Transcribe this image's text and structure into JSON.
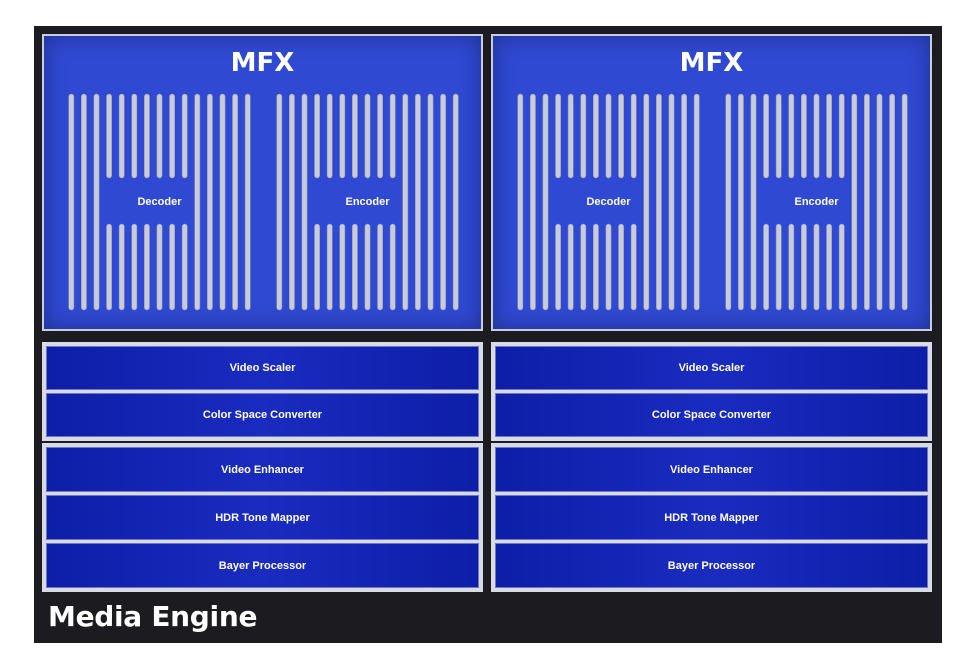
{
  "footer": {
    "title": "Media Engine"
  },
  "colors": {
    "frame": "#1c1c20",
    "mfx_blue": "#2f49d2",
    "pipeline_blue": "#1424b4",
    "bar": "#c8cbd8"
  },
  "left": {
    "mfx": {
      "title": "MFX",
      "decoder": "Decoder",
      "encoder": "Encoder"
    },
    "pipeline_top": [
      "Video Scaler",
      "Color Space Converter"
    ],
    "pipeline_bottom": [
      "Video Enhancer",
      "HDR Tone Mapper",
      "Bayer Processor"
    ]
  },
  "right": {
    "mfx": {
      "title": "MFX",
      "decoder": "Decoder",
      "encoder": "Encoder"
    },
    "pipeline_top": [
      "Video Scaler",
      "Color Space Converter"
    ],
    "pipeline_bottom": [
      "Video Enhancer",
      "HDR Tone Mapper",
      "Bayer Processor"
    ]
  }
}
